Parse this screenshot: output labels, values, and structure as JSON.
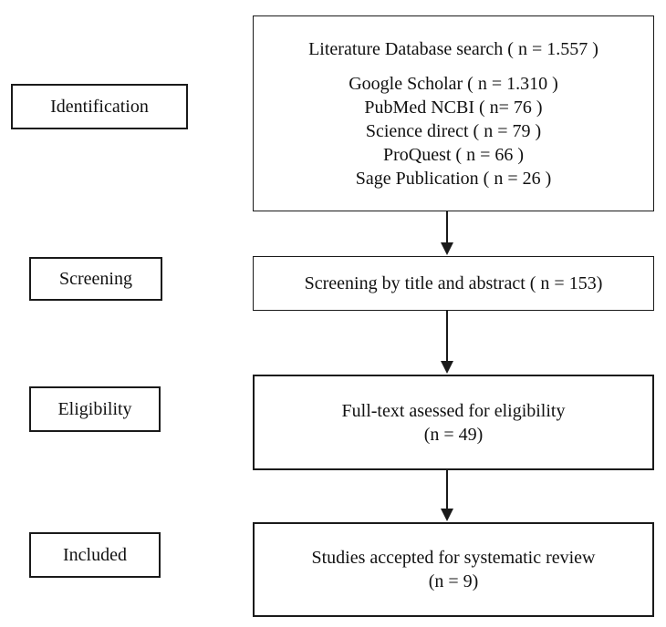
{
  "stages": {
    "identification": "Identification",
    "screening": "Screening",
    "eligibility": "Eligibility",
    "included": "Included"
  },
  "identification_box": {
    "title": "Literature Database search ( n = 1.557 )",
    "sources": [
      "Google Scholar ( n = 1.310 )",
      "PubMed NCBI ( n= 76 )",
      "Science direct ( n = 79 )",
      "ProQuest ( n = 66 )",
      "Sage Publication ( n = 26 )"
    ]
  },
  "screening_box": {
    "text": "Screening by title and abstract ( n = 153)"
  },
  "eligibility_box": {
    "line1": "Full-text asessed for eligibility",
    "line2": "(n = 49)"
  },
  "included_box": {
    "line1": "Studies accepted for systematic review",
    "line2": "(n = 9)"
  }
}
